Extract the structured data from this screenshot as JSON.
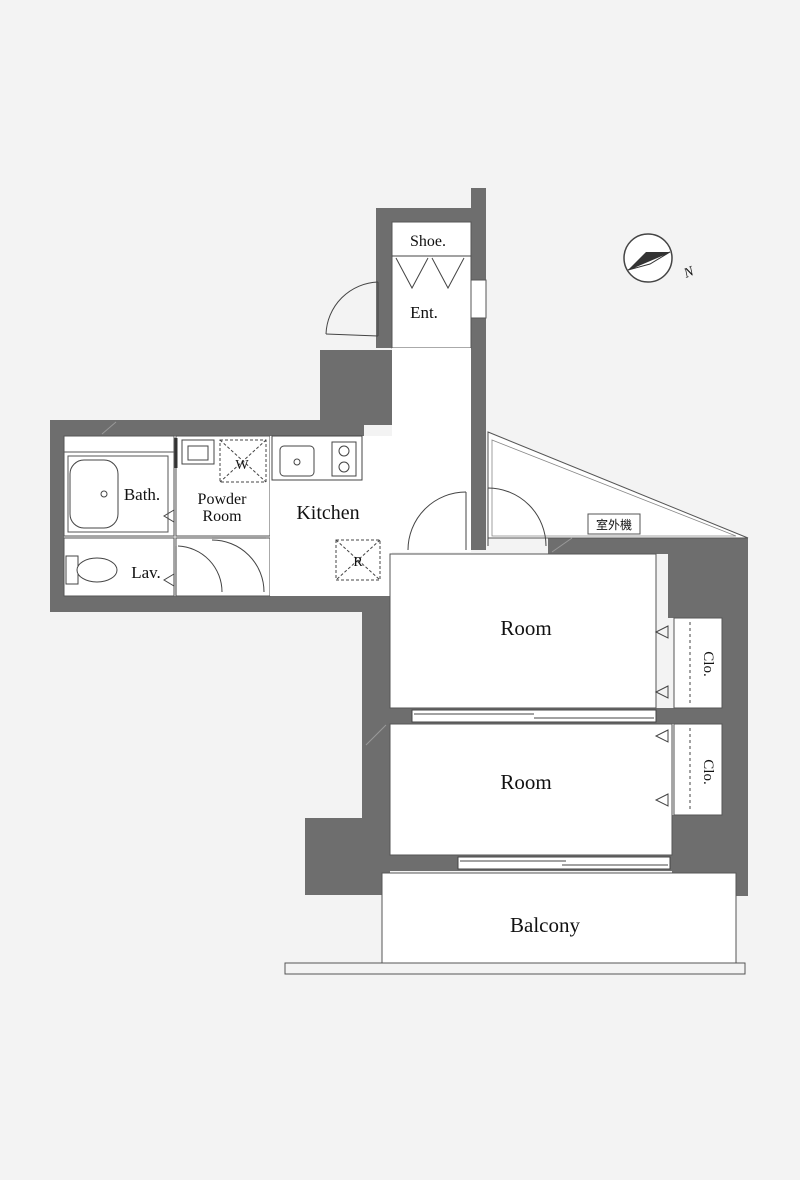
{
  "colors": {
    "background": "#f3f3f3",
    "wall": "#6e6e6e",
    "floor": "#ffffff",
    "line": "#555555",
    "text": "#111111"
  },
  "compass": {
    "label": "N",
    "icon": "north-arrow-icon"
  },
  "rooms": {
    "shoe": "Shoe.",
    "entrance": "Ent.",
    "bath": "Bath.",
    "powder_line1": "Powder",
    "powder_line2": "Room",
    "washer": "W",
    "kitchen": "Kitchen",
    "fridge": "R",
    "lavatory": "Lav.",
    "outdoor_unit": "室外機",
    "room1": "Room",
    "room2": "Room",
    "closet1": "Clo.",
    "closet2": "Clo.",
    "balcony": "Balcony"
  }
}
